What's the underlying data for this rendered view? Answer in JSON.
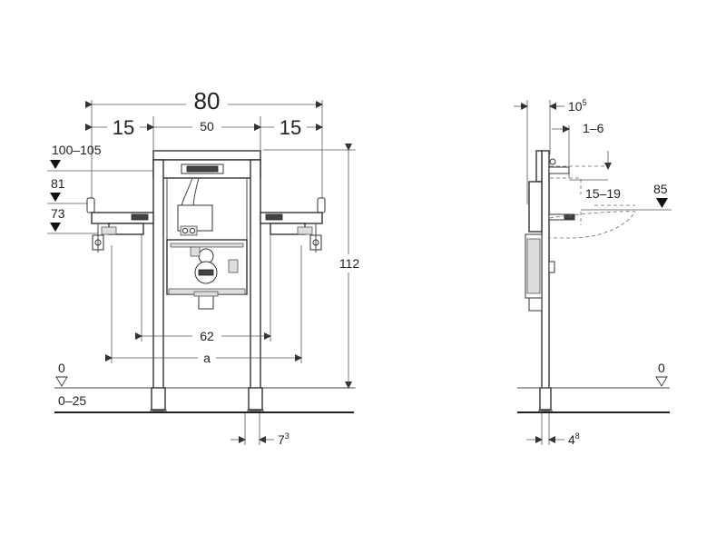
{
  "front_view": {
    "width_total": "80",
    "side_left": "15",
    "center": "50",
    "side_right": "15",
    "height": "112",
    "spacing_62": "62",
    "spacing_a": "a",
    "level_100_105": "100–105",
    "level_81": "81",
    "level_73": "73",
    "level_0": "0",
    "floor_range": "0–25",
    "foot_base": "7",
    "foot_sup": "3"
  },
  "side_view": {
    "depth_base": "10",
    "depth_sup": "5",
    "range_1_6": "1–6",
    "range_15_19": "15–19",
    "level_85": "85",
    "level_0": "0",
    "foot_base": "4",
    "foot_sup": "8"
  }
}
